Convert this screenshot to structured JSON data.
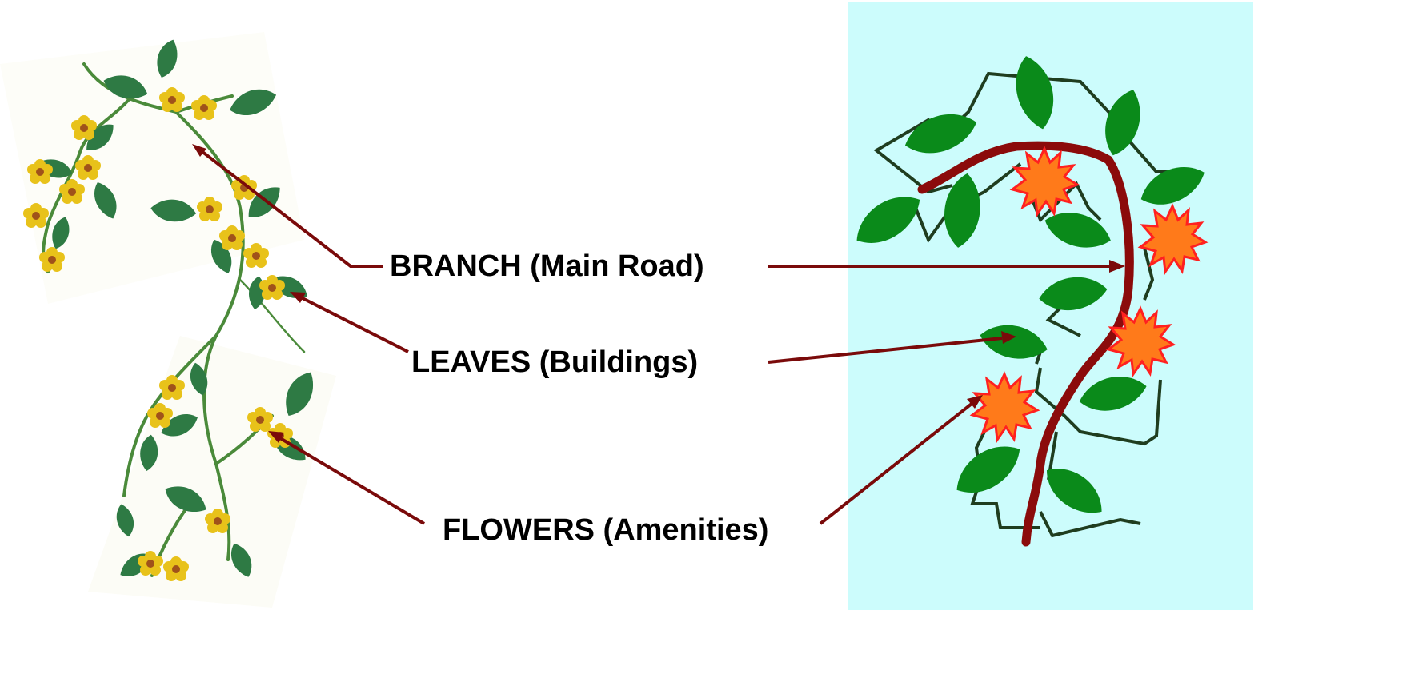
{
  "labels": {
    "branch": "BRANCH (Main Road)",
    "leaves": "LEAVES (Buildings)",
    "flowers": "FLOWERS (Amenities)"
  },
  "colors": {
    "arrow": "#7a0a0a",
    "road": "#8b0b0b",
    "panel_bg": "#ccfcfc",
    "leaf": "#0a8a1a",
    "leaf_dark": "#1e6b2e",
    "stem": "#4a8a3a",
    "path_line": "#1f3d1f",
    "amenity_fill": "#ff7a1a",
    "amenity_stroke": "#ff2020",
    "petal": "#e8c21a",
    "petal_center": "#a0521a"
  },
  "icons": {
    "left_illustration": "flowering-vine-illustration",
    "right_illustration": "town-plan-diagram"
  }
}
